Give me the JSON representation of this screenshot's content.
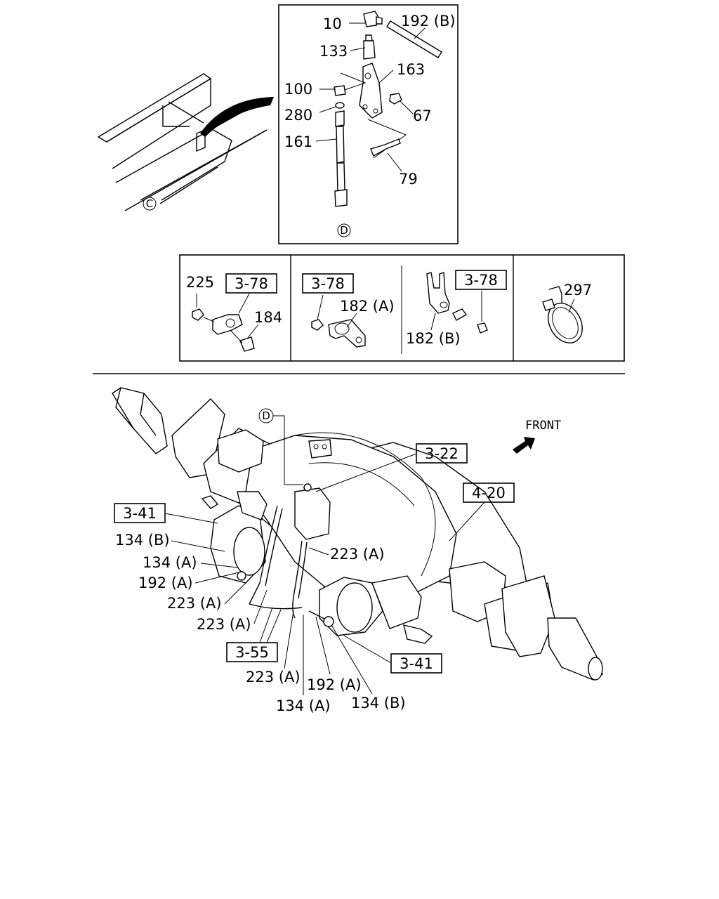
{
  "inset_top": {
    "labels": [
      "10",
      "192 (B)",
      "133",
      "163",
      "100",
      "280",
      "67",
      "161",
      "79"
    ],
    "circle_c": "C",
    "circle_d": "D"
  },
  "clip_panels": {
    "panel1": {
      "part": "225",
      "ref": "3-78",
      "bolt": "184"
    },
    "panel2": {
      "ref": "3-78",
      "bracket": "182 (A)"
    },
    "panel3": {
      "ref": "3-78",
      "bracket": "182 (B)"
    },
    "panel4": {
      "tie": "297"
    }
  },
  "main": {
    "circle_d": "D",
    "front_label": "FRONT",
    "refs": {
      "r322": "3-22",
      "r420": "4-20",
      "r341_left": "3-41",
      "r341_right": "3-41",
      "r355": "3-55"
    },
    "left_labels": [
      "134 (B)",
      "134 (A)",
      "192 (A)",
      "223 (A)",
      "223 (A)"
    ],
    "center_label": "223 (A)",
    "bottom_labels": [
      "223 (A)",
      "192 (A)",
      "134 (A)",
      "134 (B)"
    ]
  }
}
